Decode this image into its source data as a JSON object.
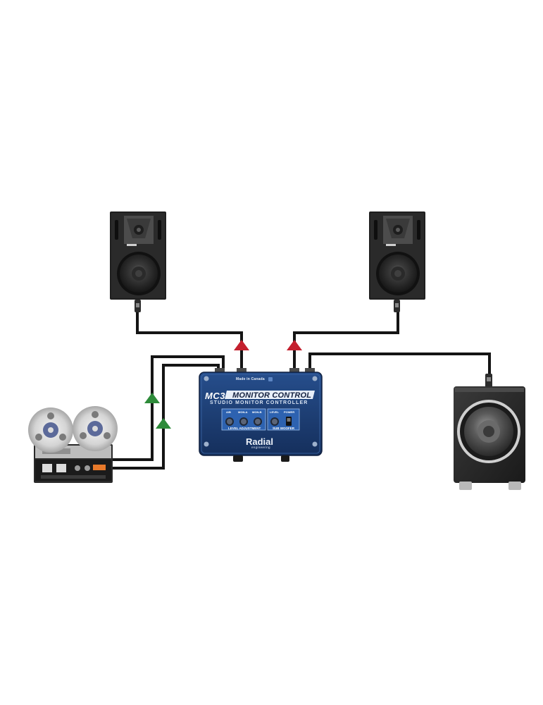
{
  "device": {
    "made_in": "Made in Canada",
    "model": "MC3",
    "title": "MONITOR CONTROL",
    "subtitle": "STUDIO MONITOR CONTROLLER",
    "knob_labels": [
      "A/B",
      "MON-A",
      "MON-B",
      "LEVEL",
      "POWER"
    ],
    "panel_labels": [
      "LEVEL ADJUSTMENT",
      "SUB WOOFER"
    ],
    "brand": "Radial",
    "brand_tagline": "engineering"
  },
  "colors": {
    "cable": "#141414",
    "output_arrow": "#c4202e",
    "input_arrow": "#2e8b3a",
    "device_blue": "#1d3f75"
  },
  "icons": {
    "speaker_left": "studio-monitor-icon",
    "speaker_right": "studio-monitor-icon",
    "tape_machine": "reel-to-reel-icon",
    "subwoofer": "subwoofer-icon"
  }
}
